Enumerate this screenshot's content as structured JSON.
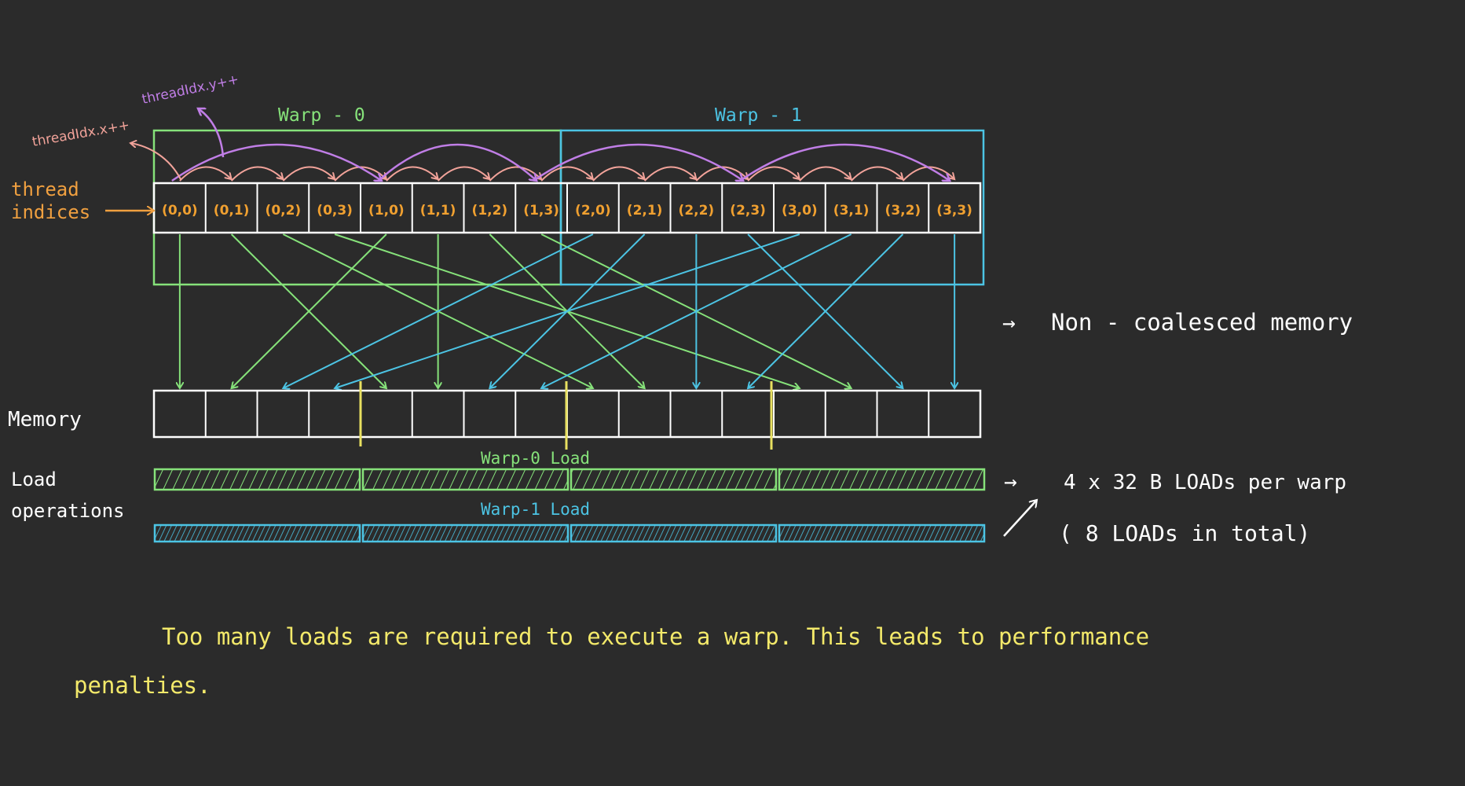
{
  "labels": {
    "thread_idx_x": "threadIdx.x++",
    "thread_idx_y": "threadIdx.y++",
    "warp_0": "Warp - 0",
    "warp_1": "Warp - 1",
    "thread_indices_line1": "thread",
    "thread_indices_line2": "indices",
    "memory": "Memory",
    "load_operations_line1": "Load",
    "load_operations_line2": "operations",
    "warp_0_load": "Warp-0 Load",
    "warp_1_load": "Warp-1 Load",
    "non_coalesced_arrow": "→",
    "non_coalesced": "Non - coalesced   memory",
    "loads_per_warp_arrow": "→",
    "loads_per_warp": "4 x 32 B  LOADs per warp",
    "loads_total": "( 8  LOADs  in total)",
    "footer_line1": "Too many loads are required  to execute a warp. This leads to performance",
    "footer_line2": "penalties."
  },
  "threads": [
    "(0,0)",
    "(0,1)",
    "(0,2)",
    "(0,3)",
    "(1,0)",
    "(1,1)",
    "(1,2)",
    "(1,3)",
    "(2,0)",
    "(2,1)",
    "(2,2)",
    "(2,3)",
    "(3,0)",
    "(3,1)",
    "(3,2)",
    "(3,3)"
  ],
  "thread_to_memory": [
    0,
    4,
    8,
    12,
    1,
    5,
    9,
    13,
    2,
    6,
    10,
    14,
    3,
    7,
    11,
    15
  ],
  "colors": {
    "background": "#2b2b2b",
    "warp_0": "#86e27a",
    "warp_1": "#4cc4e4",
    "thread_text": "#f0a030",
    "x_arc": "#f2a39a",
    "y_arc": "#c07ee6",
    "label_orange": "#f0a040",
    "label_yellow": "#f3e96a",
    "boundary": "#e8e060",
    "grid": "#ffffff"
  }
}
